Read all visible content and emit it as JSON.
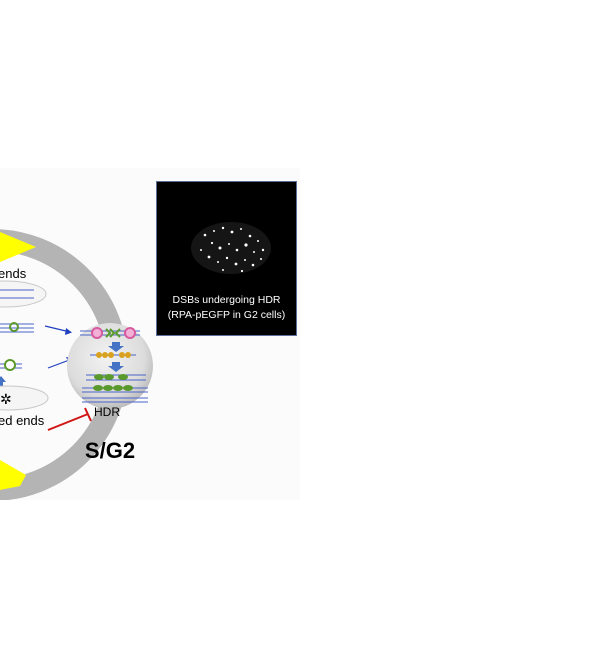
{
  "labels": {
    "ends_top": "ends",
    "ends_bottom": "ed ends",
    "hdr": "HDR",
    "phase": "S/G2"
  },
  "inset": {
    "caption_line1": "DSBs undergoing HDR",
    "caption_line2": "(RPA-pEGFP in G2 cells)"
  },
  "colors": {
    "ring": "#b4b4b4",
    "arrowhead_yellow": "#ffff00",
    "inhibition_red": "#d21414",
    "dna_blue": "#4a63c8",
    "protein_green": "#5a9a2c",
    "protein_orange": "#d9a21e",
    "nuclease_pink": "#d65aa0",
    "arrow_blue": "#1f3fbf"
  }
}
